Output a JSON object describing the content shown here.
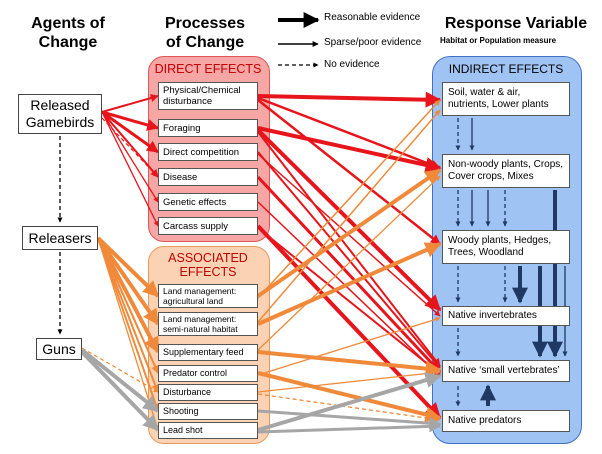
{
  "headers": {
    "agents": "Agents of\nChange",
    "processes": "Processes\nof Change",
    "response": "Response Variable",
    "response_sub": "Habitat or Population measure"
  },
  "legend": {
    "reasonable": "Reasonable evidence",
    "sparse": "Sparse/poor evidence",
    "none": "No evidence"
  },
  "agents": [
    "Released\nGamebirds",
    "Releasers",
    "Guns"
  ],
  "direct": {
    "title": "DIRECT EFFECTS",
    "items": [
      "Physical/Chemical disturbance",
      "Foraging",
      "Direct competition",
      "Disease",
      "Genetic effects",
      "Carcass supply"
    ]
  },
  "associated": {
    "title": "ASSOCIATED\nEFFECTS",
    "items": [
      "Land management: agricultural land",
      "Land management: semi-natural habitat",
      "Supplementary feed",
      "Predator control",
      "Disturbance",
      "Shooting",
      "Lead shot"
    ]
  },
  "indirect": {
    "title": "INDIRECT EFFECTS",
    "items": [
      "Soil, water & air, nutrients, Lower plants",
      "Non-woody plants, Crops, Cover crops, Mixes",
      "Woody plants, Hedges, Trees, Woodland",
      "Native invertebrates",
      "Native ‘small vertebrates’",
      "Native predators"
    ]
  },
  "colors": {
    "red": "#e8141b",
    "orange": "#f08a3a",
    "gray": "#a6a6a6",
    "navy": "#1f3864",
    "direct_fill": "#f7a6a6",
    "assoc_fill": "#fbd3b4",
    "indirect_fill": "#9fc4f4"
  }
}
